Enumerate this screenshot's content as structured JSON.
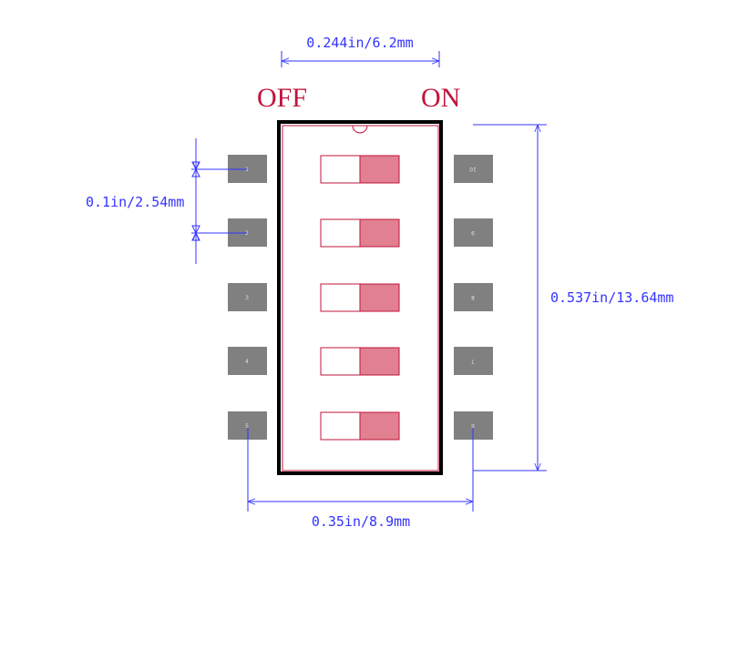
{
  "labels": {
    "off": "OFF",
    "on": "ON"
  },
  "dimensions": {
    "body_width": "0.244in/6.2mm",
    "pitch": "0.1in/2.54mm",
    "length": "0.537in/13.64mm",
    "pad_span": "0.35in/8.9mm"
  },
  "pins": {
    "left": [
      "1",
      "2",
      "3",
      "4",
      "5"
    ],
    "right": [
      "10",
      "9",
      "8",
      "7",
      "6"
    ]
  },
  "colors": {
    "dimension": "#3333ff",
    "label": "#c0143c",
    "pad": "#808080",
    "outline": "#000000",
    "actuator": "#e08090",
    "actuator_border": "#c0143c"
  }
}
